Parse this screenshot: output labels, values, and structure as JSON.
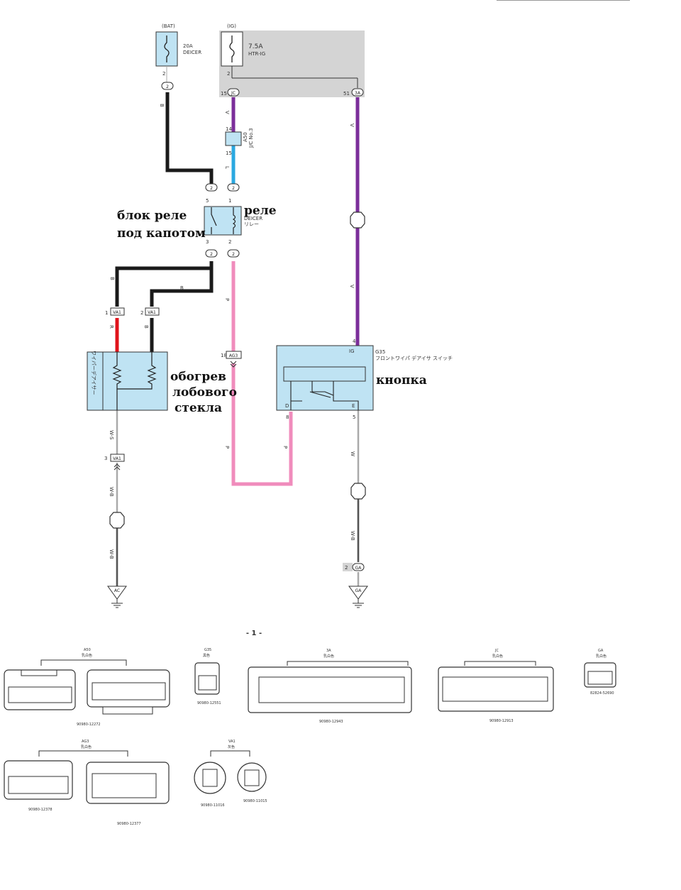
{
  "power": {
    "bat_label": "(BAT)",
    "ig_label": "(IG)",
    "fuse1_rating": "20A",
    "fuse1_name": "DEICER",
    "fuse2_rating": "7.5A",
    "fuse2_name": "HTR-IG"
  },
  "pins": {
    "fuse1_out": "2",
    "fuse2_out": "2",
    "jc_pin": "15",
    "ja_pin": "51",
    "a50_top": "14",
    "a50_bot": "15",
    "relay_p5": "5",
    "relay_p1": "1",
    "relay_p3": "3",
    "relay_p2": "2",
    "va1_p1": "1",
    "va1_p2": "2",
    "va1_p3": "3",
    "ag3_pin": "18",
    "g35_ig": "4",
    "g35_d": "8",
    "g35_e": "5",
    "ga_pin": "2"
  },
  "connectors": {
    "c2": "2",
    "jc": "JC",
    "ja": "3A",
    "va1": "VA1",
    "ag3": "AG3",
    "ga": "GA",
    "ac_ground": "AC",
    "ga_ground": "GA"
  },
  "a50": {
    "id": "A50",
    "name": "J/C No.3"
  },
  "relay": {
    "name": "DEICER",
    "jp": "リレー",
    "ru_label": "реле"
  },
  "heater": {
    "jp": "ワイパーデアイサー",
    "ru_l1": "обогрев",
    "ru_l2": "лобового",
    "ru_l3": "стекла"
  },
  "switch": {
    "id": "G35",
    "jp": "フロントワイパ デアイサ スイッチ",
    "ig": "IG",
    "d": "D",
    "e": "E",
    "ru_label": "кнопка"
  },
  "relay_block": {
    "ru_l1": "блок реле",
    "ru_l2": "под капотом"
  },
  "wires": {
    "b": "B",
    "v": "V",
    "l": "L",
    "r": "R",
    "p": "P",
    "w": "W",
    "ws": "W-S",
    "wb": "W-B"
  },
  "page_number": "- 1 -",
  "views": {
    "a50_title": "A50",
    "a50_color": "乳白色",
    "a50_part": "90980-12272",
    "g35_title": "G35",
    "g35_color": "黒色",
    "g35_part": "90980-12551",
    "ja_title": "3A",
    "ja_color": "乳白色",
    "ja_part": "90980-12943",
    "jc_title": "JC",
    "jc_color": "乳白色",
    "jc_part": "90980-12913",
    "ga_title": "GA",
    "ga_color": "乳白色",
    "ga_part": "82824-52690",
    "ag3_title": "AG3",
    "ag3_color": "乳白色",
    "ag3_part1": "90980-12378",
    "ag3_part2": "90980-12377",
    "va1_title": "VA1",
    "va1_color": "灰色",
    "va1_part1": "90980-11016",
    "va1_part2": "90980-11015"
  },
  "colors": {
    "black": "#1a1a1a",
    "violet": "#7b2e9a",
    "blue": "#2aa8e0",
    "pink": "#f08cbc",
    "red": "#e0141c",
    "component_fill": "#bfe3f3",
    "gray_block": "#d4d4d4"
  }
}
